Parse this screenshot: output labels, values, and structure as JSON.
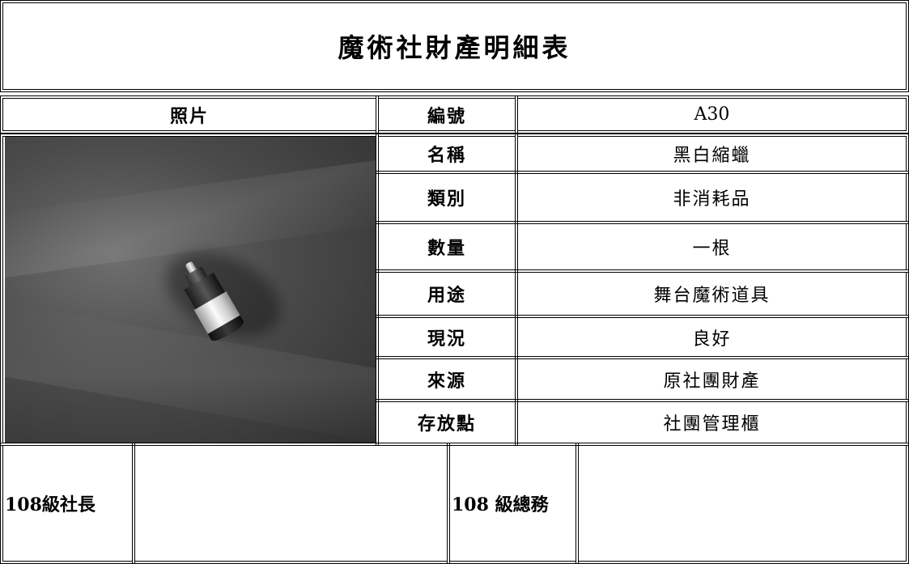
{
  "title": "魔術社財產明細表",
  "photo_header": "照片",
  "photo_alt": "黑白縮蠟",
  "rows": [
    {
      "label": "編號",
      "value": "A30"
    },
    {
      "label": "名稱",
      "value": "黑白縮蠟"
    },
    {
      "label": "類別",
      "value": "非消耗品"
    },
    {
      "label": "數量",
      "value": "一根"
    },
    {
      "label": "用途",
      "value": "舞台魔術道具"
    },
    {
      "label": "現況",
      "value": "良好"
    },
    {
      "label": "來源",
      "value": "原社團財產"
    },
    {
      "label": "存放點",
      "value": "社團管理櫃"
    }
  ],
  "signatures": {
    "president_label": "108級社長",
    "president_value": "",
    "treasurer_label": "108 級總務",
    "treasurer_value": ""
  }
}
